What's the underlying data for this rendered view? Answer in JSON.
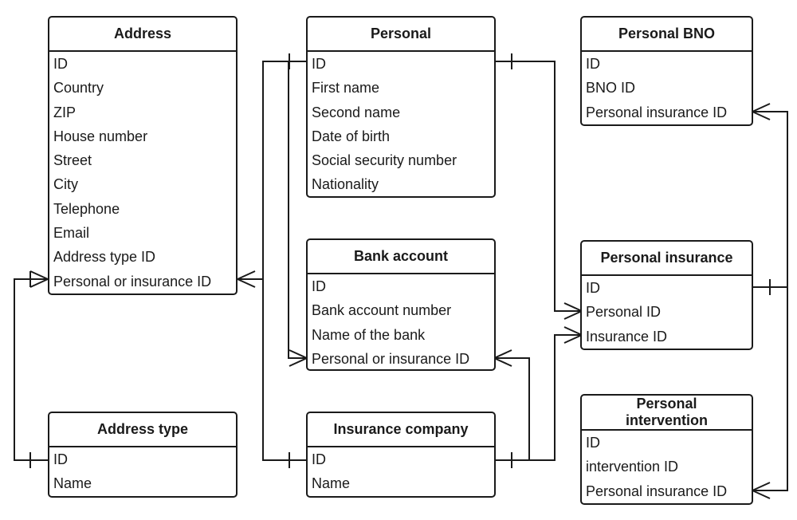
{
  "entities": {
    "address": {
      "title": "Address",
      "attributes": [
        "ID",
        "Country",
        "ZIP",
        "House number",
        "Street",
        "City",
        "Telephone",
        "Email",
        "Address type ID",
        "Personal or insurance ID"
      ]
    },
    "address_type": {
      "title": "Address type",
      "attributes": [
        "ID",
        "Name"
      ]
    },
    "personal": {
      "title": "Personal",
      "attributes": [
        "ID",
        "First name",
        "Second name",
        "Date of birth",
        "Social security number",
        "Nationality"
      ]
    },
    "bank_account": {
      "title": "Bank account",
      "attributes": [
        "ID",
        "Bank account number",
        "Name of the bank",
        "Personal or insurance ID"
      ]
    },
    "insurance_company": {
      "title": "Insurance company",
      "attributes": [
        "ID",
        "Name"
      ]
    },
    "personal_bno": {
      "title": "Personal BNO",
      "attributes": [
        "ID",
        "BNO ID",
        "Personal insurance ID"
      ]
    },
    "personal_insurance": {
      "title": "Personal insurance",
      "attributes": [
        "ID",
        "Personal ID",
        "Insurance ID"
      ]
    },
    "personal_intervention": {
      "title": "Personal intervention",
      "attributes": [
        "ID",
        "intervention ID",
        "Personal insurance ID"
      ]
    }
  }
}
